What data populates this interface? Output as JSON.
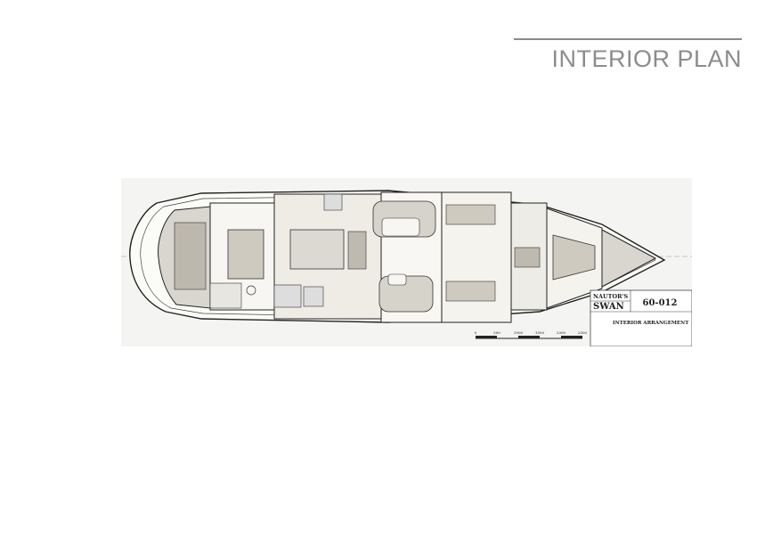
{
  "header": {
    "title": "INTERIOR PLAN"
  },
  "plan": {
    "brand_top": "NAUTOR'S",
    "brand_main": "SWAN",
    "model": "60-012",
    "subtitle": "INTERIOR ARRANGEMENT",
    "scale_labels": [
      "0",
      "500",
      "1000",
      "1500",
      "2000",
      "2500"
    ]
  }
}
